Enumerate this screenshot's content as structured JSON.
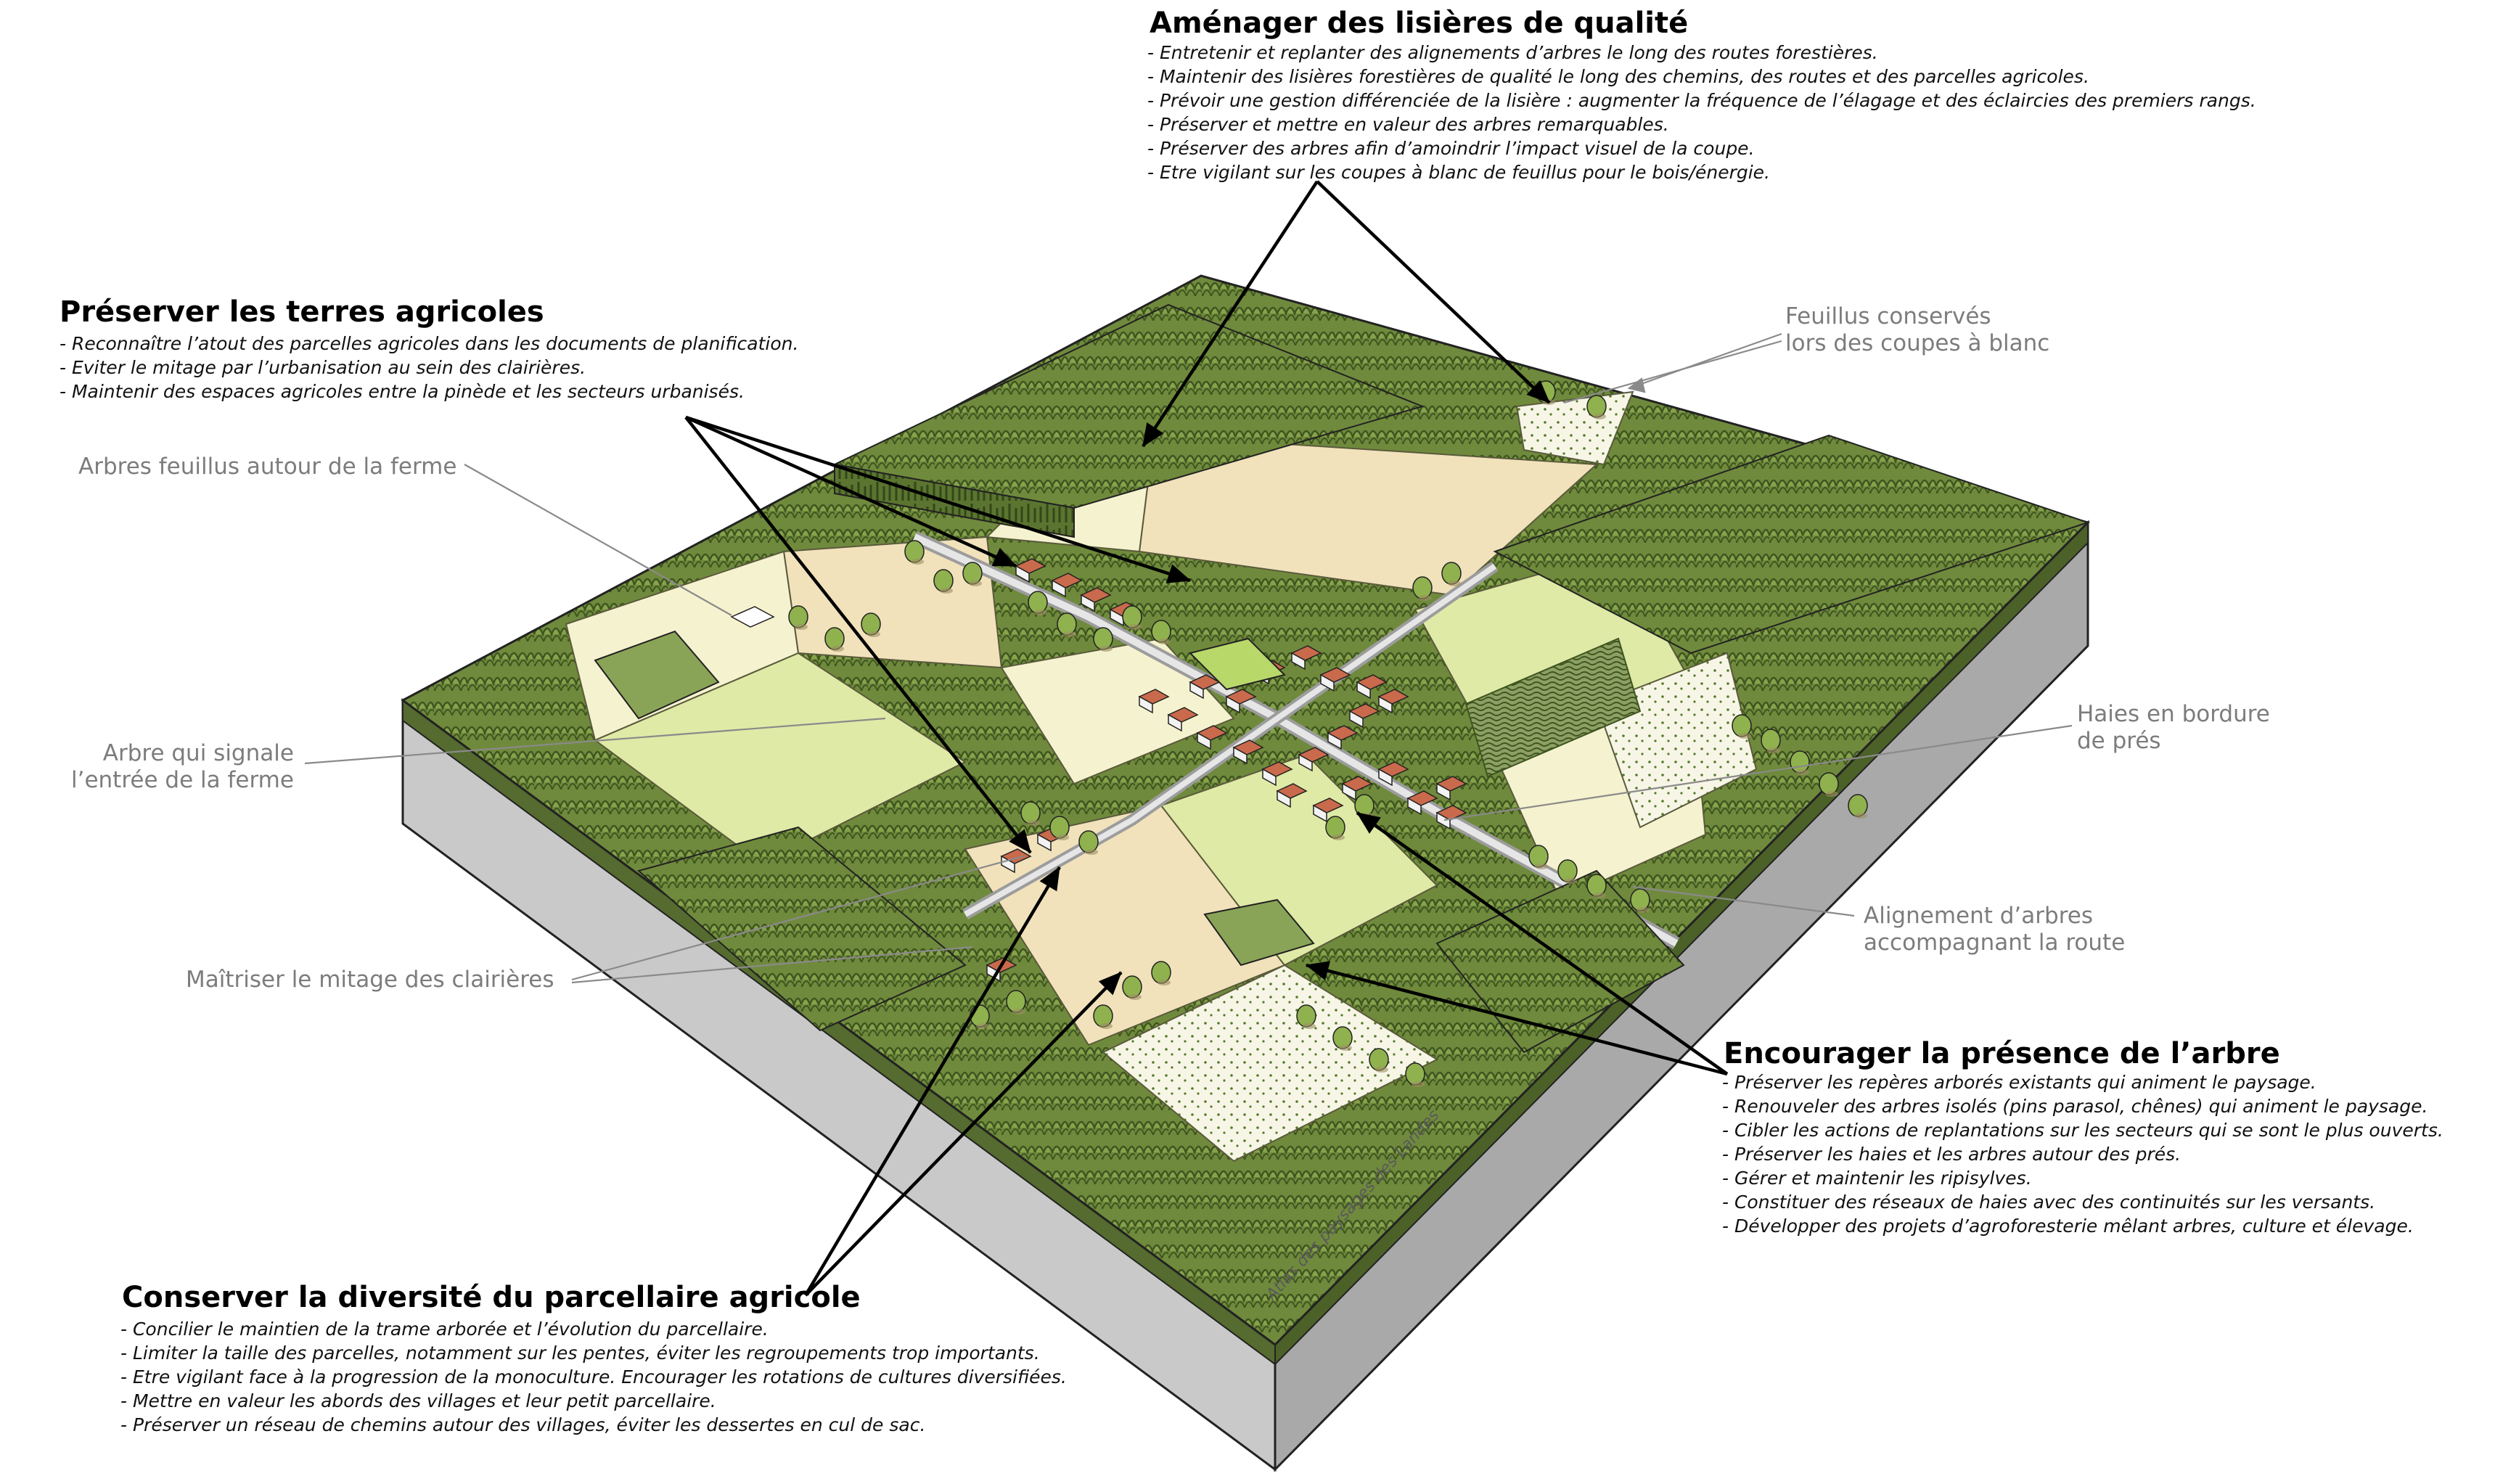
{
  "sections": {
    "lisieres": {
      "title": "Aménager des lisières de qualité",
      "items": [
        "- Entretenir et replanter des alignements d’arbres le long des routes forestières.",
        "- Maintenir des lisières forestières de qualité le long des chemins, des routes et des parcelles agricoles.",
        "- Prévoir une gestion différenciée de la lisière : augmenter la fréquence de l’élagage et des éclaircies des premiers rangs.",
        "- Préserver et mettre en valeur des arbres remarquables.",
        "- Préserver des arbres afin d’amoindrir l’impact visuel de la coupe.",
        "- Etre vigilant sur les coupes à blanc de feuillus pour le bois/énergie."
      ]
    },
    "terres": {
      "title": "Préserver les terres agricoles",
      "items": [
        "- Reconnaître l’atout des parcelles agricoles dans les documents de planification.",
        "- Eviter le mitage par l’urbanisation au sein des clairières.",
        "- Maintenir des espaces agricoles entre la pinède et les secteurs urbanisés."
      ]
    },
    "arbre": {
      "title": "Encourager la présence de l’arbre",
      "items": [
        "- Préserver les repères arborés existants qui animent le paysage.",
        "-  Renouveler des arbres isolés (pins parasol, chênes) qui animent le paysage.",
        "- Cibler les actions de replantations sur les secteurs qui se sont le plus ouverts.",
        "- Préserver les haies et les arbres autour des prés.",
        "- Gérer et maintenir les ripisylves.",
        "- Constituer des réseaux de haies avec des continuités sur les versants.",
        "- Développer des projets d’agroforesterie mêlant arbres, culture et élevage."
      ]
    },
    "diversite": {
      "title": "Conserver la diversité du parcellaire agricole",
      "items": [
        "- Concilier le maintien de la trame arborée et l’évolution du parcellaire.",
        "- Limiter la taille des parcelles, notamment sur les pentes, éviter les regroupements trop importants.",
        "- Etre vigilant face à la progression de la monoculture. Encourager les rotations de cultures diversifiées.",
        "- Mettre en valeur les abords des villages et leur petit parcellaire.",
        "- Préserver un réseau de chemins autour des villages, éviter les dessertes en cul de sac."
      ]
    }
  },
  "labels": {
    "feuillus_conserves": "Feuillus conservés\nlors des coupes à blanc",
    "arbres_ferme": "Arbres feuillus autour de la ferme",
    "arbre_entree": "Arbre qui signale\nl’entrée de la ferme",
    "haies_pres": "Haies en bordure\nde prés",
    "alignement": "Alignement d’arbres\naccompagnant la route",
    "mitage": "Maîtriser le mitage des clairières"
  },
  "watermark": "Atlas des paysages des Landes",
  "colors": {
    "forest": "#6f8a3c",
    "forest_dark": "#3f5520",
    "field_beige": "#f1e2bb",
    "field_cream": "#f5f3cf",
    "field_green": "#dfeaa6",
    "block_side": "#c8c8c8"
  }
}
